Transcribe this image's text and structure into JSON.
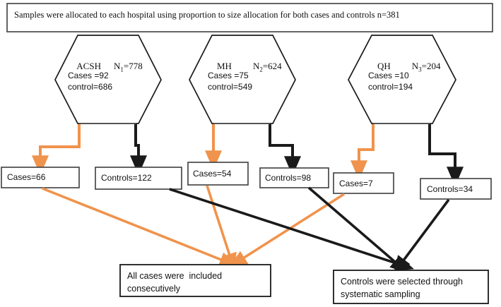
{
  "diagram": {
    "title": "Sampling flow diagram",
    "colors": {
      "orange": "#F0934C",
      "black": "#1A1A1A",
      "box_border": "#3d3d3d",
      "background": "#FFFFFF"
    },
    "banner": {
      "text": "Samples were allocated to each hospital using proportion to size allocation for both cases and controls n=381"
    },
    "hospitals": [
      {
        "id": "acsh",
        "name": "ACSH",
        "n_symbol": "N",
        "n_subscript": "1",
        "n_value": "=778",
        "title_full": "ACSH    N1=778",
        "cases_line": "Cases =92",
        "control_line": "control=686"
      },
      {
        "id": "mh",
        "name": "MH",
        "n_symbol": "N",
        "n_subscript": "2",
        "n_value": "=624",
        "title_full": "MH      N2 =624",
        "cases_line": "Cases =75",
        "control_line": "control=549"
      },
      {
        "id": "qh",
        "name": "QH",
        "n_symbol": "N",
        "n_subscript": "3",
        "n_value": "=204",
        "title_full": "QH      N3=204",
        "cases_line": "Cases =10",
        "control_line": "control=194"
      }
    ],
    "sample_boxes": [
      {
        "id": "cases-66",
        "label": "Cases=66",
        "kind": "cases",
        "hospital": "acsh"
      },
      {
        "id": "controls-122",
        "label": "Controls=122",
        "kind": "controls",
        "hospital": "acsh"
      },
      {
        "id": "cases-54",
        "label": "Cases=54",
        "kind": "cases",
        "hospital": "mh"
      },
      {
        "id": "controls-98",
        "label": "Controls=98",
        "kind": "controls",
        "hospital": "mh"
      },
      {
        "id": "cases-7",
        "label": "Cases=7",
        "kind": "cases",
        "hospital": "qh"
      },
      {
        "id": "controls-34",
        "label": "Controls=34",
        "kind": "controls",
        "hospital": "qh"
      }
    ],
    "conclusions": [
      {
        "id": "cases-conclusion",
        "line1": "All cases were  included",
        "line2": "consecutively"
      },
      {
        "id": "controls-conclusion",
        "line1": "Controls were selected through",
        "line2": "systematic sampling"
      }
    ]
  }
}
